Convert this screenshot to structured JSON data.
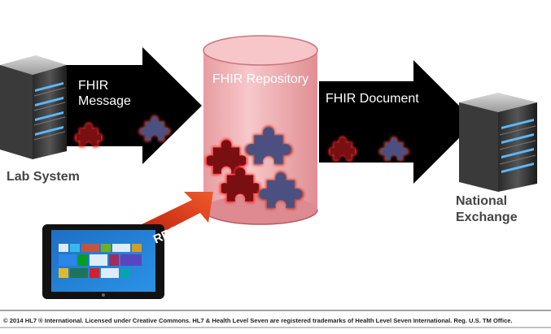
{
  "nodes": {
    "lab_system": "Lab System",
    "repository": "FHIR Repository",
    "national_exchange": "National Exchange"
  },
  "arrows": {
    "left": "FHIR Message",
    "right": "FHIR Document",
    "rest": "REST"
  },
  "colors": {
    "arrow": "#000000",
    "cylinder": "#f3b3b6",
    "puzzle_red": "#7a0f12",
    "puzzle_blue": "#4b5081",
    "rest_arrow": "#d8351a"
  },
  "footer": "© 2014 HL7 ® International. Licensed under Creative Commons. HL7 & Health Level Seven are registered trademarks of Health Level Seven International. Reg. U.S. TM Office."
}
